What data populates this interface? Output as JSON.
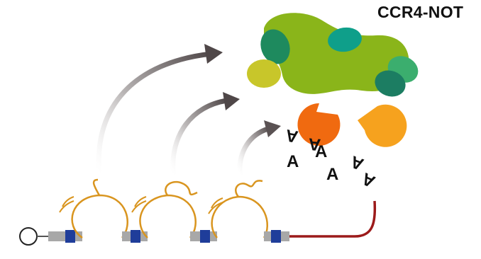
{
  "complex_label": "CCR4-NOT",
  "polya_letters": [
    "A",
    "A",
    "A",
    "A",
    "A",
    "A",
    "A"
  ],
  "colors": {
    "scaffold_green": "#8ab51a",
    "scaffold_dark": "#6f9712",
    "teal_subunit": "#0f9f8a",
    "dark_teal_subunit": "#1c7d62",
    "light_green_subunit": "#3bae6e",
    "yellow_subunit": "#c8c62a",
    "orange_deadenylase": "#f06a10",
    "light_orange_deadenylase": "#f6a21e",
    "arrow_gray_dark": "#5a5253",
    "mrna_orange": "#d9951f",
    "polya_tail_red": "#9c1a1a",
    "exon_blue": "#1f3d9a",
    "exon_gray": "#a8a8a8"
  }
}
